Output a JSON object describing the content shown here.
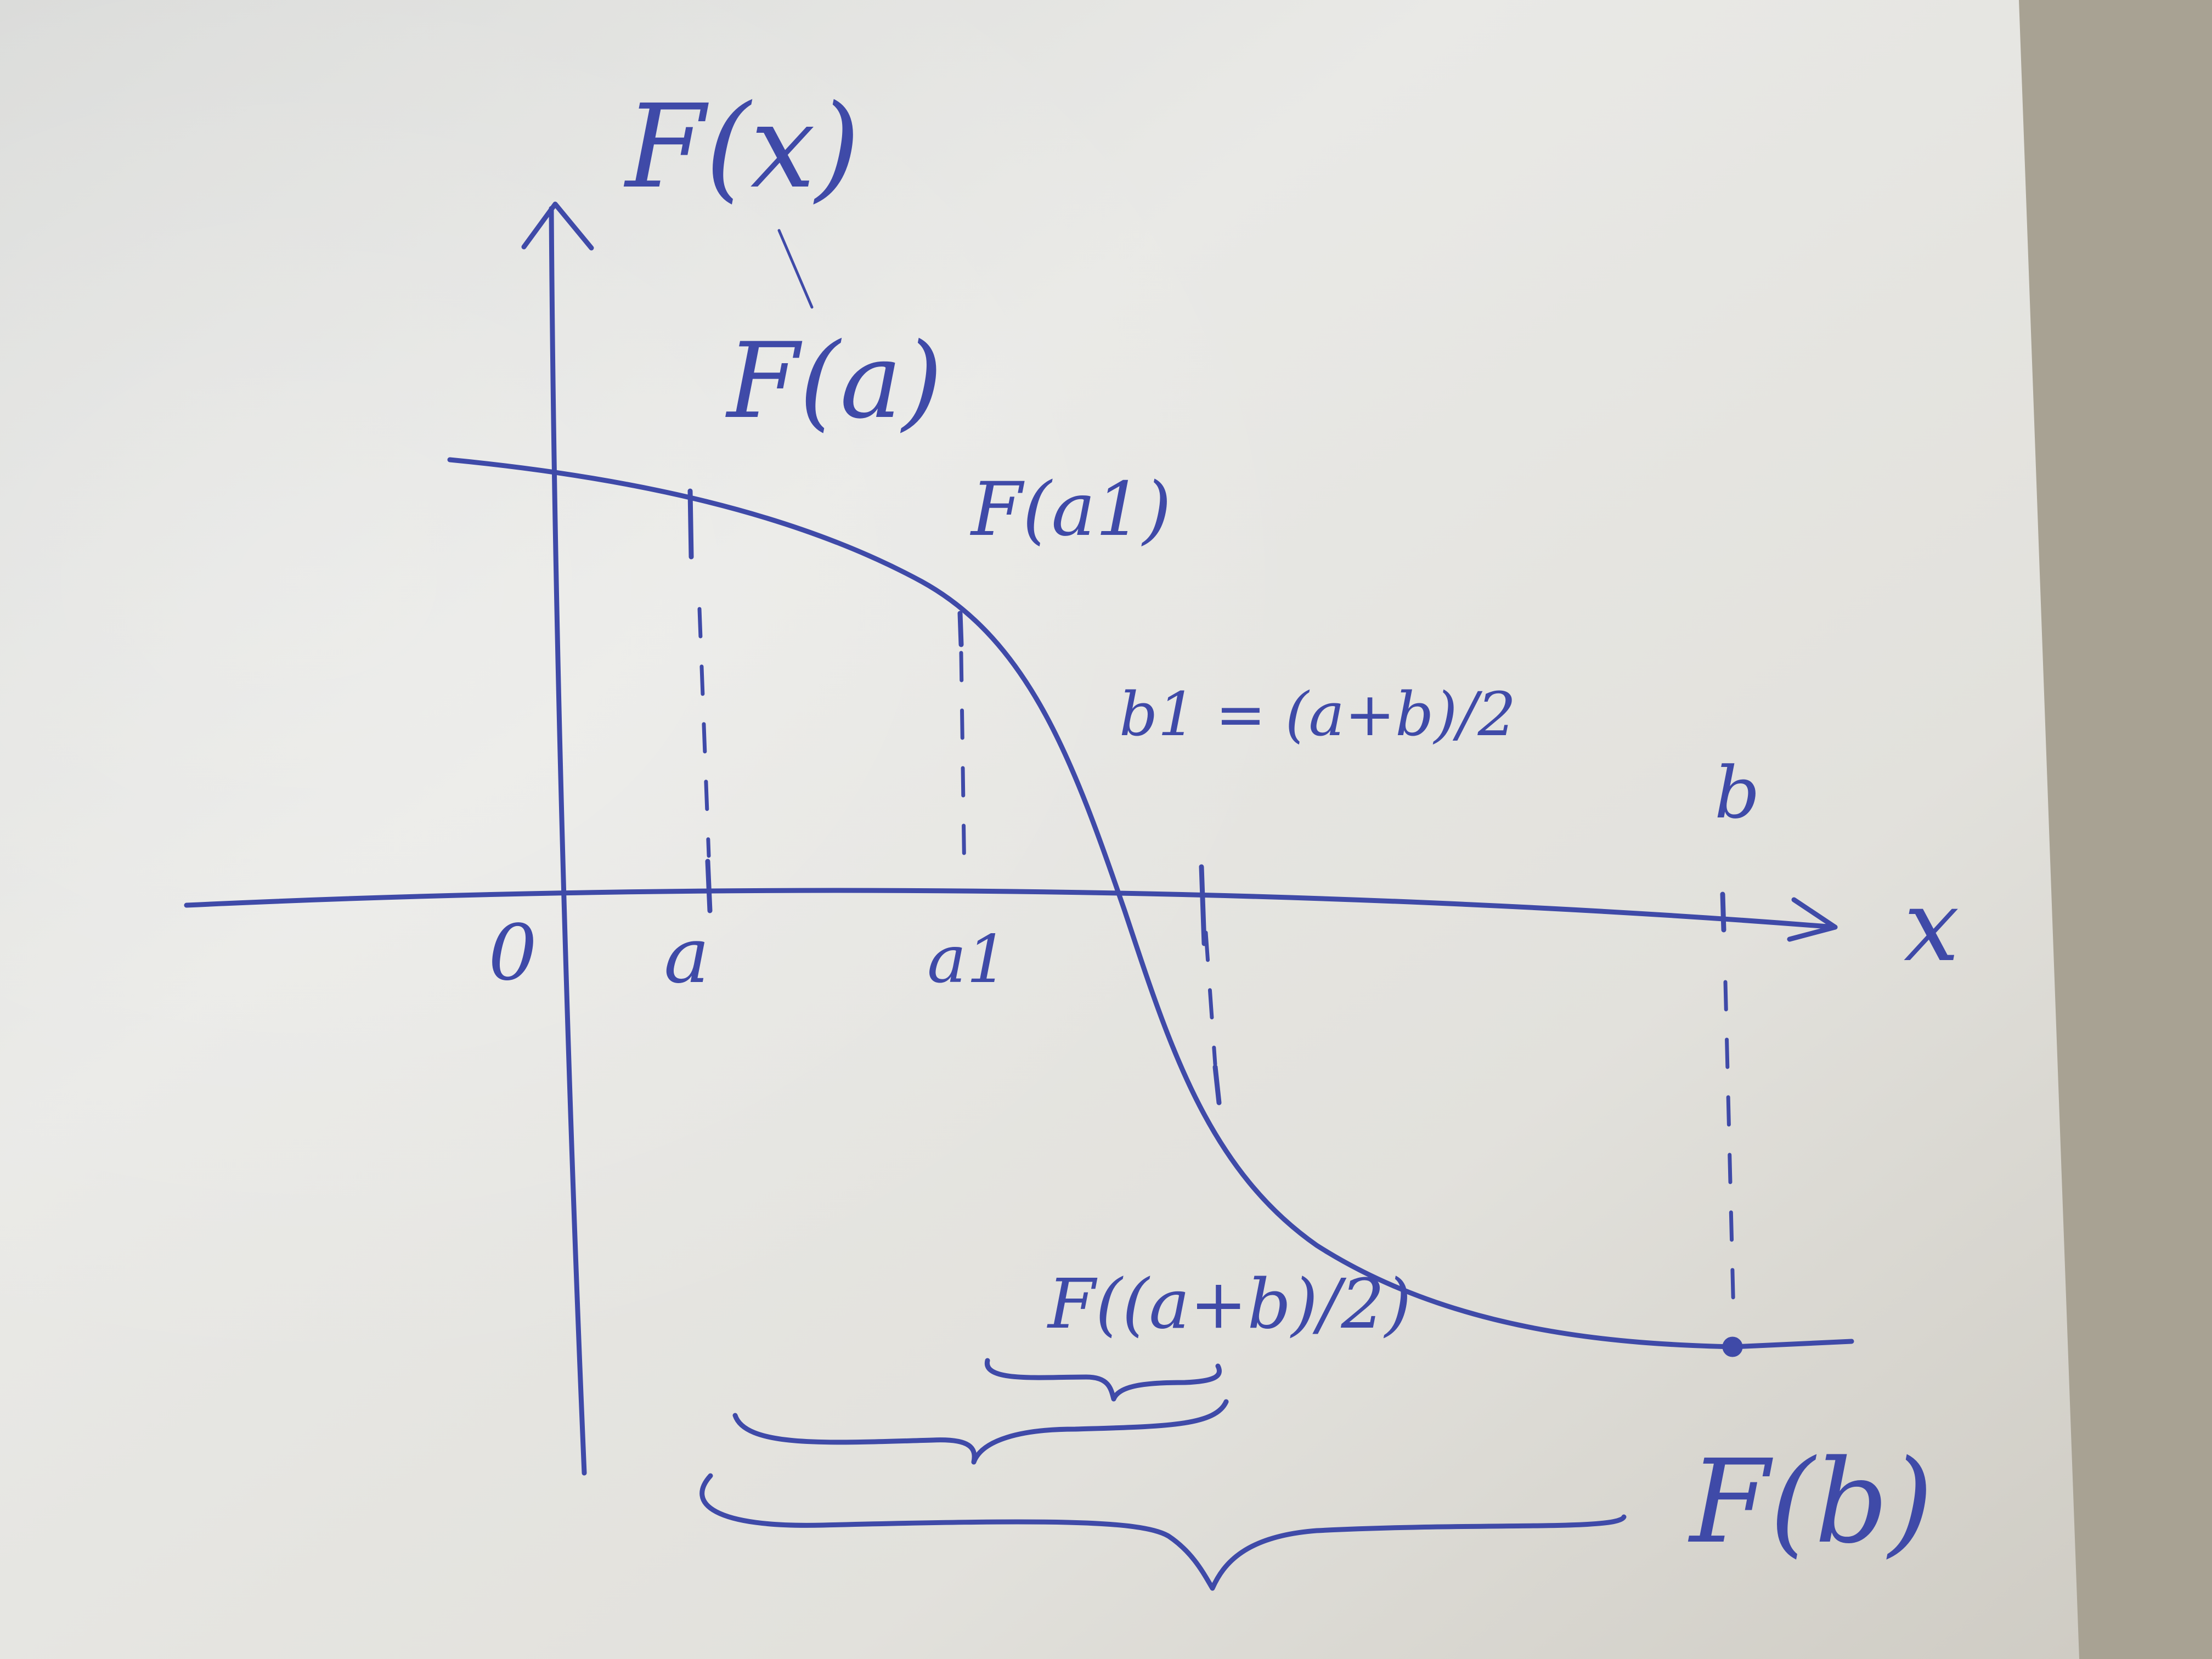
{
  "diagram": {
    "y_axis_label": "F(x)",
    "x_axis_label": "x",
    "origin_label": "0",
    "labels": {
      "a": "a",
      "a1": "a1",
      "b": "b",
      "b1_formula": "b1 = (a+b)/2",
      "F_a": "F(a)",
      "F_a1": "F(a1)",
      "F_b": "F(b)",
      "F_mid": "F((a+b)/2)"
    },
    "ink_color": "#3f4aa8",
    "paper_color": "#e6e5e0"
  }
}
